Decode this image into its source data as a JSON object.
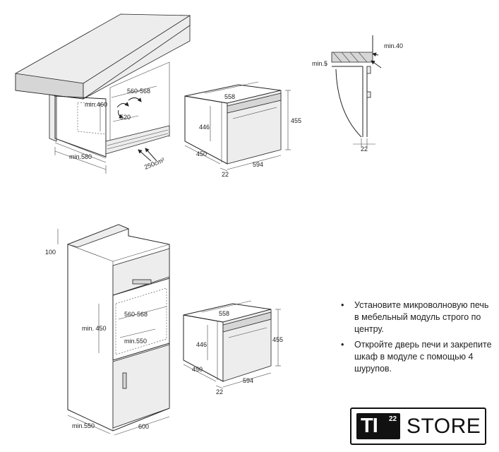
{
  "top_left": {
    "dims": {
      "min460": "min.460",
      "w560": "560-568",
      "d520": "520",
      "min580": "min.580",
      "vent": "250cm²"
    }
  },
  "top_oven": {
    "dims": {
      "w558": "558",
      "h446": "446",
      "h455": "455",
      "d450": "450",
      "w594": "594",
      "d22": "22"
    }
  },
  "side_view": {
    "dims": {
      "min40": "min.40",
      "min5": "min.5",
      "d22": "22"
    }
  },
  "tall_cabinet": {
    "dims": {
      "t100": "100",
      "min450": "min. 450",
      "w560": "560-568",
      "min550_inner": "min.550",
      "min550": "min.550",
      "w600": "600"
    }
  },
  "bottom_oven": {
    "dims": {
      "w558": "558",
      "h446": "446",
      "h455": "455",
      "d450": "450",
      "w594": "594",
      "d22": "22"
    }
  },
  "instructions": [
    "Установите микроволновую печь в мебельный модуль строго по центру.",
    "Откройте дверь печи и закрепите шкаф в модуле с помощью 4 шурупов."
  ],
  "bullet_glyph": "•",
  "logo": {
    "ti": "TI",
    "sup": "22",
    "store": "STORE"
  }
}
